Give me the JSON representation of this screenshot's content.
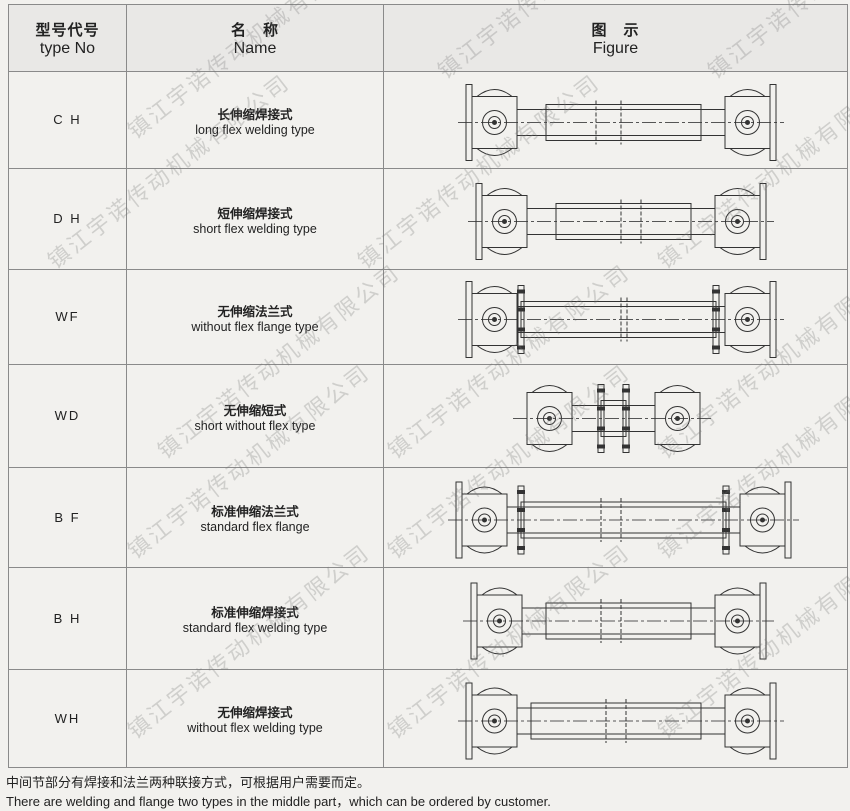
{
  "header": {
    "type_cn": "型号代号",
    "type_en": "type No",
    "name_cn": "名　称",
    "name_en": "Name",
    "figure_cn": "图　示",
    "figure_en": "Figure"
  },
  "rows": [
    {
      "code": "C H",
      "name_cn": "长伸缩焊接式",
      "name_en": "long flex welding type"
    },
    {
      "code": "D H",
      "name_cn": "短伸缩焊接式",
      "name_en": "short flex welding type"
    },
    {
      "code": "WF",
      "name_cn": "无伸缩法兰式",
      "name_en": "without flex flange type"
    },
    {
      "code": "WD",
      "name_cn": "无伸缩短式",
      "name_en": "short without flex type"
    },
    {
      "code": "B F",
      "name_cn": "标准伸缩法兰式",
      "name_en": "standard flex flange"
    },
    {
      "code": "B H",
      "name_cn": "标准伸缩焊接式",
      "name_en": "standard flex welding type"
    },
    {
      "code": "WH",
      "name_cn": "无伸缩焊接式",
      "name_en": "without flex welding type"
    }
  ],
  "footer": {
    "note_cn": "中间节部分有焊接和法兰两种联接方式，可根据用户需要而定。",
    "note_en": "There are welding and flange two types in the middle part，which can be ordered by customer."
  },
  "watermark": "镇江宇诺传动机械有限公司"
}
